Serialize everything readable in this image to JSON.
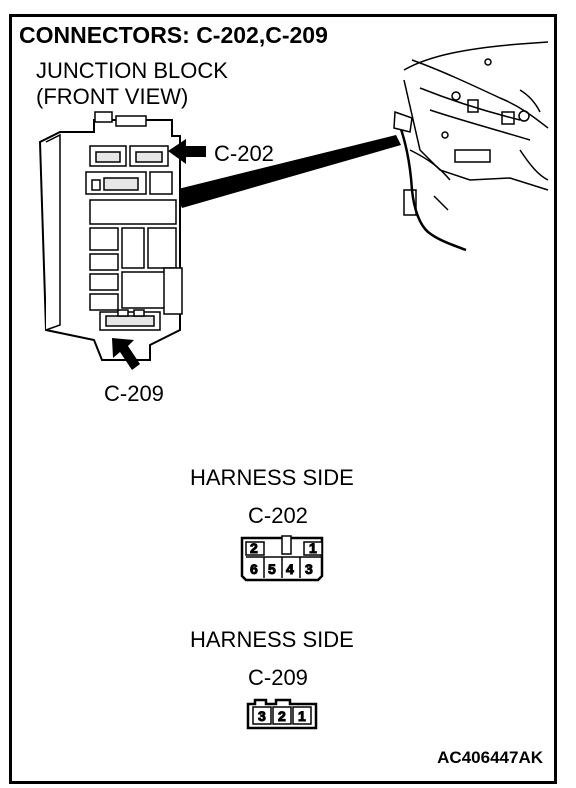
{
  "title": "CONNECTORS: C-202,C-209",
  "junction_block": {
    "line1": "JUNCTION BLOCK",
    "line2": "(FRONT VIEW)"
  },
  "callouts": {
    "top": "C-202",
    "bottom": "C-209"
  },
  "harness_c202": {
    "heading": "HARNESS SIDE",
    "name": "C-202",
    "top_pins": [
      "2",
      "1"
    ],
    "bottom_pins": [
      "6",
      "5",
      "4",
      "3"
    ]
  },
  "harness_c209": {
    "heading": "HARNESS SIDE",
    "name": "C-209",
    "pins": [
      "3",
      "2",
      "1"
    ]
  },
  "figure_code": "AC406447AK",
  "colors": {
    "ink": "#000000",
    "paper": "#ffffff",
    "shade": "#e6e6e6"
  }
}
